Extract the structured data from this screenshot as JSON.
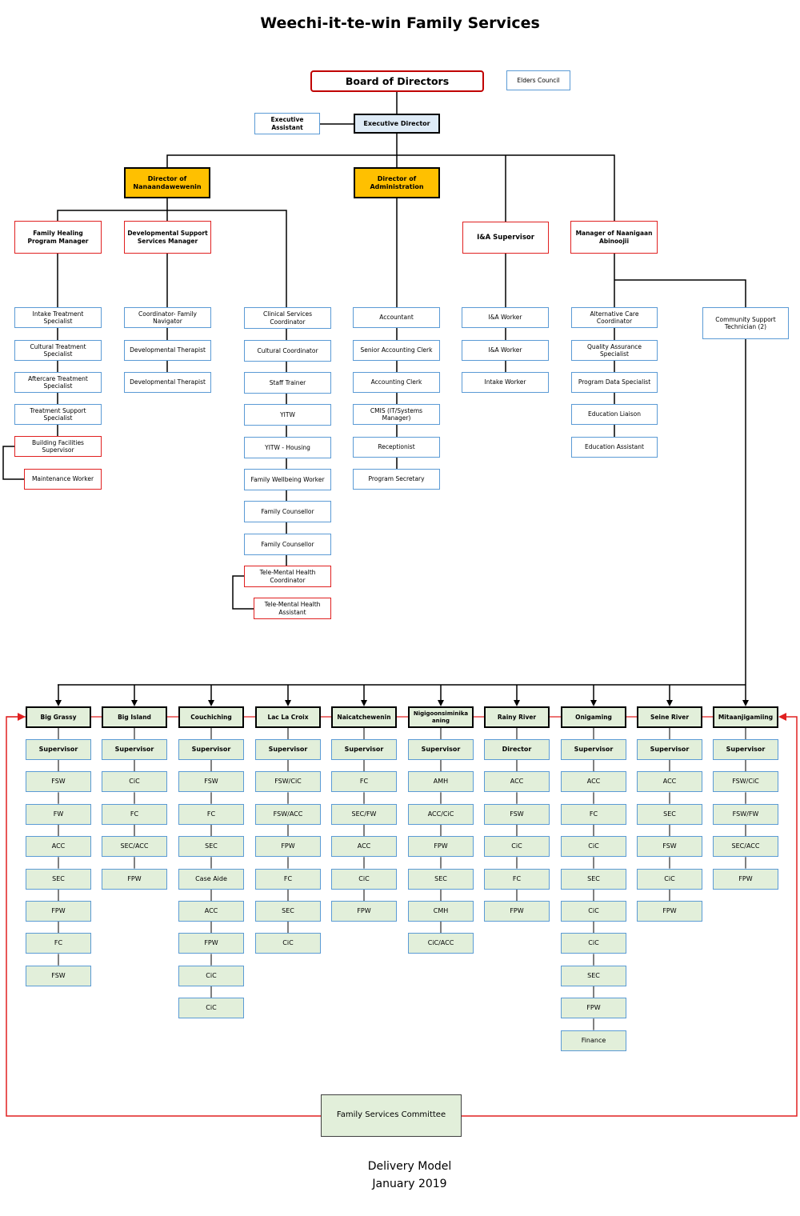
{
  "title": "Weechi-it-te-win Family Services",
  "footer": {
    "line1": "Delivery Model",
    "line2": "January 2019"
  },
  "colors": {
    "blue_border": "#5b9bd5",
    "red_border": "#e02020",
    "gold": "#ffc000",
    "green_fill": "#e2efda",
    "exec_fill": "#deebf7"
  },
  "top": {
    "board": "Board of Directors",
    "elders": "Elders Council",
    "exec_assistant": "Executive Assistant",
    "exec_director": "Executive Director",
    "dir_nanaandawewenin": "Director of Nanaandawewenin",
    "dir_admin": "Director of Administration"
  },
  "managers": {
    "family_healing": "Family Healing Program Manager",
    "dev_support": "Developmental Support Services Manager",
    "ia_supervisor": "I&A Supervisor",
    "naanigaan": "Manager of Naanigaan Abinoojii",
    "community_support": "Community Support Technician (2)"
  },
  "columns": {
    "family_healing": [
      "Intake Treatment Specialist",
      "Cultural Treatment Specialist",
      "Aftercare Treatment Specialist",
      "Treatment Support Specialist",
      "Building Facilities Supervisor",
      "Maintenance Worker"
    ],
    "dev_support": [
      "Coordinator- Family Navigator",
      "Developmental Therapist",
      "Developmental Therapist"
    ],
    "clinical": [
      "Clinical Services Coordinator",
      "Cultural Coordinator",
      "Staff Trainer",
      "YITW",
      "YITW - Housing",
      "Family Wellbeing Worker",
      "Family Counsellor",
      "Family Counsellor",
      "Tele-Mental Health Coordinator",
      "Tele-Mental Health Assistant"
    ],
    "admin": [
      "Accountant",
      "Senior Accounting Clerk",
      "Accounting Clerk",
      "CMIS (IT/Systems Manager)",
      "Receptionist",
      "Program Secretary"
    ],
    "ia": [
      "I&A Worker",
      "I&A Worker",
      "Intake Worker"
    ],
    "naanigaan": [
      "Alternative Care Coordinator",
      "Quality Assurance Specialist",
      "Program Data Specialist",
      "Education Liaison",
      "Education Assistant"
    ]
  },
  "communities": [
    {
      "name": "Big Grassy",
      "roles": [
        "Supervisor",
        "FSW",
        "FW",
        "ACC",
        "SEC",
        "FPW",
        "FC",
        "FSW"
      ]
    },
    {
      "name": "Big Island",
      "roles": [
        "Supervisor",
        "CiC",
        "FC",
        "SEC/ACC",
        "FPW"
      ]
    },
    {
      "name": "Couchiching",
      "roles": [
        "Supervisor",
        "FSW",
        "FC",
        "SEC",
        "Case Aide",
        "ACC",
        "FPW",
        "CiC",
        "CiC"
      ]
    },
    {
      "name": "Lac La Croix",
      "roles": [
        "Supervisor",
        "FSW/CiC",
        "FSW/ACC",
        "FPW",
        "FC",
        "SEC",
        "CiC"
      ]
    },
    {
      "name": "Naicatchewenin",
      "roles": [
        "Supervisor",
        "FC",
        "SEC/FW",
        "ACC",
        "CiC",
        "FPW"
      ]
    },
    {
      "name": "Nigigoonsiminikaaning",
      "roles": [
        "Supervisor",
        "AMH",
        "ACC/CiC",
        "FPW",
        "SEC",
        "CMH",
        "CiC/ACC"
      ]
    },
    {
      "name": "Rainy River",
      "roles": [
        "Director",
        "ACC",
        "FSW",
        "CiC",
        "FC",
        "FPW"
      ]
    },
    {
      "name": "Onigaming",
      "roles": [
        "Supervisor",
        "ACC",
        "FC",
        "CiC",
        "SEC",
        "CiC",
        "CiC",
        "SEC",
        "FPW",
        "Finance"
      ]
    },
    {
      "name": "Seine River",
      "roles": [
        "Supervisor",
        "ACC",
        "SEC",
        "FSW",
        "CiC",
        "FPW"
      ]
    },
    {
      "name": "Mitaanjigamiing",
      "roles": [
        "Supervisor",
        "FSW/CiC",
        "FSW/FW",
        "SEC/ACC",
        "FPW"
      ]
    }
  ],
  "committee": "Family Services Committee"
}
